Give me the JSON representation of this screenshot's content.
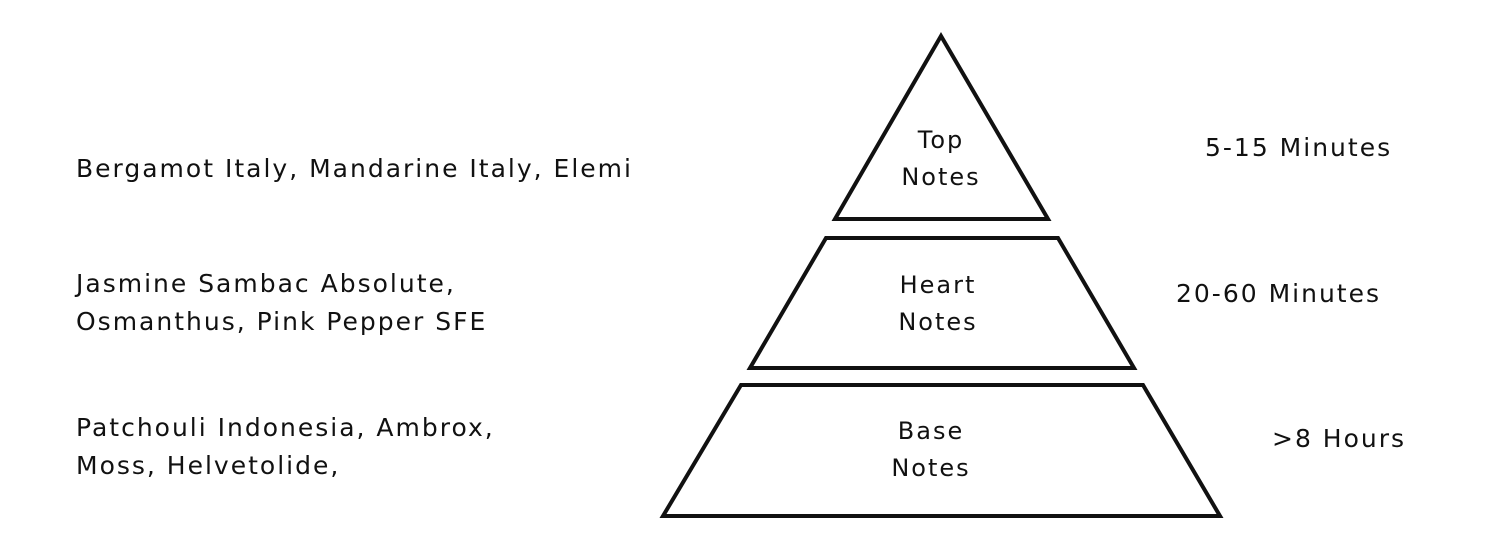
{
  "tiers": [
    {
      "label_line1": "Top",
      "label_line2": "Notes",
      "ingredients_line1": "Bergamot Italy,  Mandarine Italy, Elemi",
      "duration": "5-15 Minutes"
    },
    {
      "label_line1": "Heart",
      "label_line2": "Notes",
      "ingredients_line1": "Jasmine Sambac Absolute,",
      "ingredients_line2": "Osmanthus, Pink Pepper SFE",
      "duration": "20-60 Minutes"
    },
    {
      "label_line1": "Base",
      "label_line2": "Notes",
      "ingredients_line1": "Patchouli Indonesia, Ambrox,",
      "ingredients_line2": "Moss, Helvetolide,",
      "duration": ">8 Hours"
    }
  ],
  "colors": {
    "stroke": "#111111",
    "background": "#ffffff"
  }
}
